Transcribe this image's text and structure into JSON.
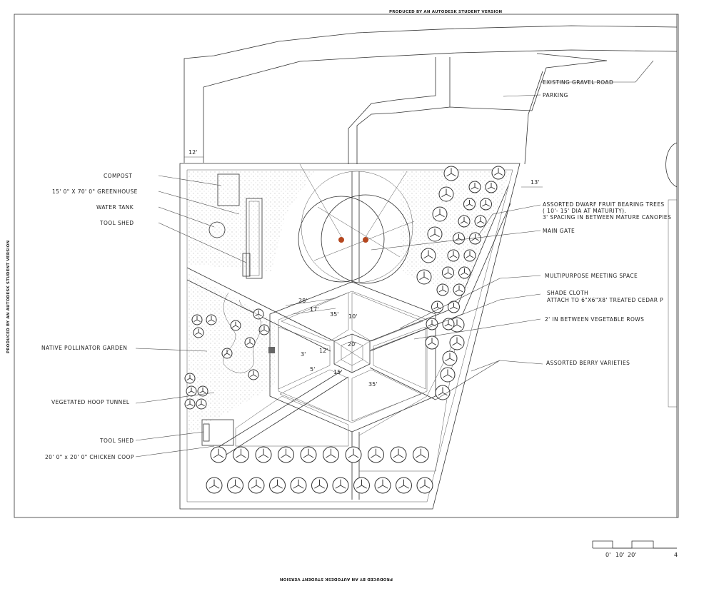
{
  "watermark": {
    "text": "PRODUCED BY AN AUTODESK STUDENT VERSION"
  },
  "labels": {
    "existing_gravel_road": "EXISTING GRAVEL ROAD",
    "parking": "PARKING",
    "compost": "COMPOST",
    "greenhouse": "15' 0\" X 70' 0\" GREENHOUSE",
    "water_tank": "WATER TANK",
    "tool_shed_upper": "TOOL SHED",
    "fruit_trees_line1": "ASSORTED DWARF FRUIT BEARING TREES",
    "fruit_trees_line2": "( 10'- 15' DIA AT MATURITY).",
    "fruit_trees_line3": "3' SPACING IN BETWEEN MATURE CANOPIES",
    "main_gate": "MAIN GATE",
    "meeting_space": "MULTIPURPOSE MEETING SPACE",
    "shade_cloth_line1": "SHADE CLOTH",
    "shade_cloth_line2": "ATTACH TO 6\"X6\"X8' TREATED CEDAR P",
    "veg_rows": "2' IN BETWEEN VEGETABLE ROWS",
    "pollinator": "NATIVE POLLINATOR GARDEN",
    "berries": "ASSORTED BERRY VARIETIES",
    "hoop_tunnel": "VEGETATED HOOP TUNNEL",
    "tool_shed_lower": "TOOL SHED",
    "chicken_coop": "20' 0\" x 20' 0\" CHICKEN COOP"
  },
  "dimensions": {
    "d12_gate": "12'",
    "d13": "13'",
    "d28": "28'",
    "d17": "17'",
    "d35_top": "35'",
    "d10": "10'",
    "d12_center": "12'",
    "d20": "20'",
    "d3": "3'",
    "d5": "5'",
    "d15": "15'",
    "d35_bottom": "35'"
  },
  "scale_bar": {
    "ticks": [
      "0'",
      "10'",
      "20'",
      "4"
    ]
  },
  "colors": {
    "line": "#333333",
    "hatch": "#9a9a9a",
    "marker": "#b5471f"
  }
}
